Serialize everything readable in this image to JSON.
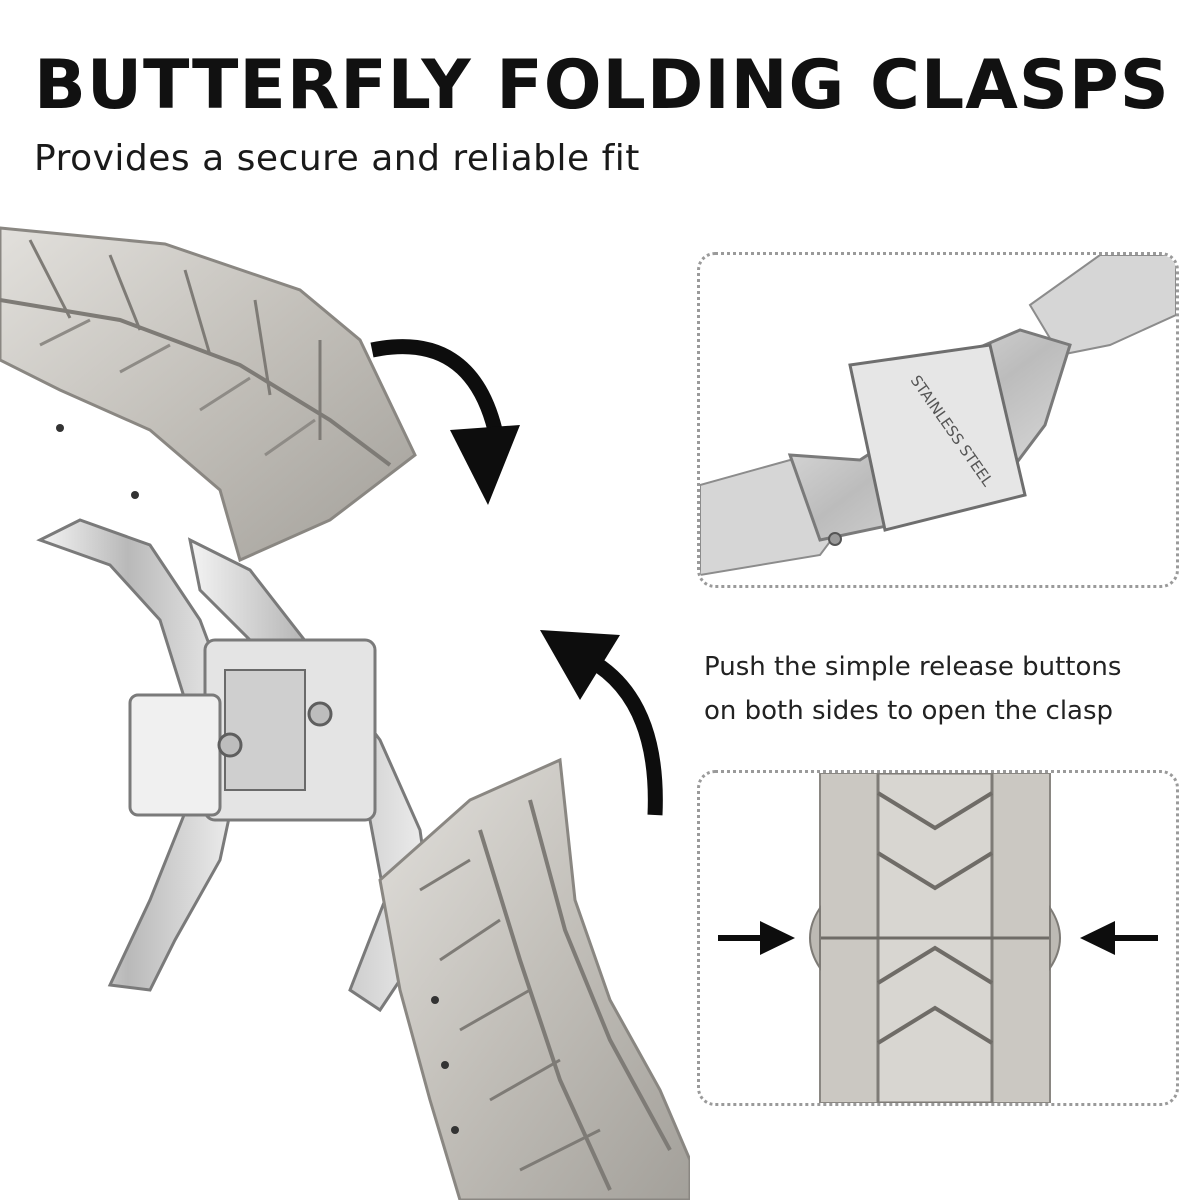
{
  "headline": "BUTTERFLY FOLDING CLASPS",
  "subhead": "Provides a secure and reliable fit",
  "clasp_engraving": "STAINLESS STEEL",
  "caption": {
    "line1": "Push the simple release buttons",
    "line2": "on both sides to open the clasp"
  },
  "colors": {
    "metal": "#c9c6c0",
    "metal_dark": "#8d8a85",
    "metal_light": "#eceae6",
    "arrow": "#0d0d0d",
    "frame": "#9a9a9a"
  }
}
